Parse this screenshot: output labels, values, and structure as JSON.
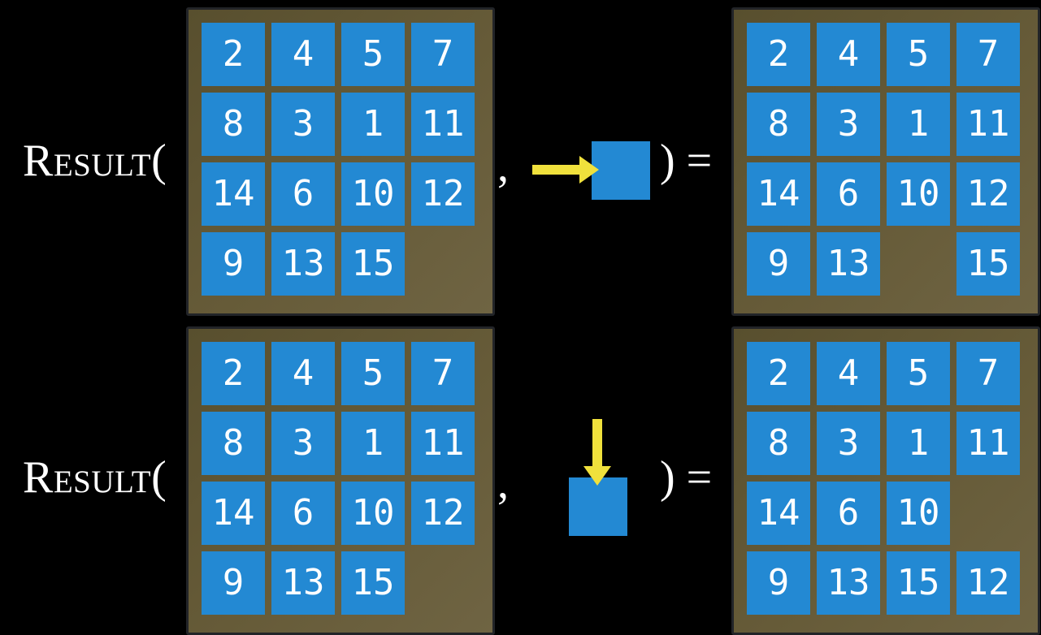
{
  "colors": {
    "background": "#000000",
    "frame_brown": "#665B38",
    "frame_border": "#222428",
    "tile_blue": "#2389D3",
    "tile_text": "#FFFFFF",
    "arrow_yellow": "#F0E13C",
    "text_white": "#FFFFFF"
  },
  "equations": [
    {
      "function_label": "Result",
      "open_paren": "(",
      "comma": ",",
      "close_label": ") =",
      "action": "slide-tile-right",
      "action_icon": "right-arrow-icon",
      "input_board": [
        [
          2,
          4,
          5,
          7
        ],
        [
          8,
          3,
          1,
          11
        ],
        [
          14,
          6,
          10,
          12
        ],
        [
          9,
          13,
          15,
          null
        ]
      ],
      "output_board": [
        [
          2,
          4,
          5,
          7
        ],
        [
          8,
          3,
          1,
          11
        ],
        [
          14,
          6,
          10,
          12
        ],
        [
          9,
          13,
          null,
          15
        ]
      ]
    },
    {
      "function_label": "Result",
      "open_paren": "(",
      "comma": ",",
      "close_label": ") =",
      "action": "slide-tile-down",
      "action_icon": "down-arrow-icon",
      "input_board": [
        [
          2,
          4,
          5,
          7
        ],
        [
          8,
          3,
          1,
          11
        ],
        [
          14,
          6,
          10,
          12
        ],
        [
          9,
          13,
          15,
          null
        ]
      ],
      "output_board": [
        [
          2,
          4,
          5,
          7
        ],
        [
          8,
          3,
          1,
          11
        ],
        [
          14,
          6,
          10,
          null
        ],
        [
          9,
          13,
          15,
          12
        ]
      ]
    }
  ]
}
